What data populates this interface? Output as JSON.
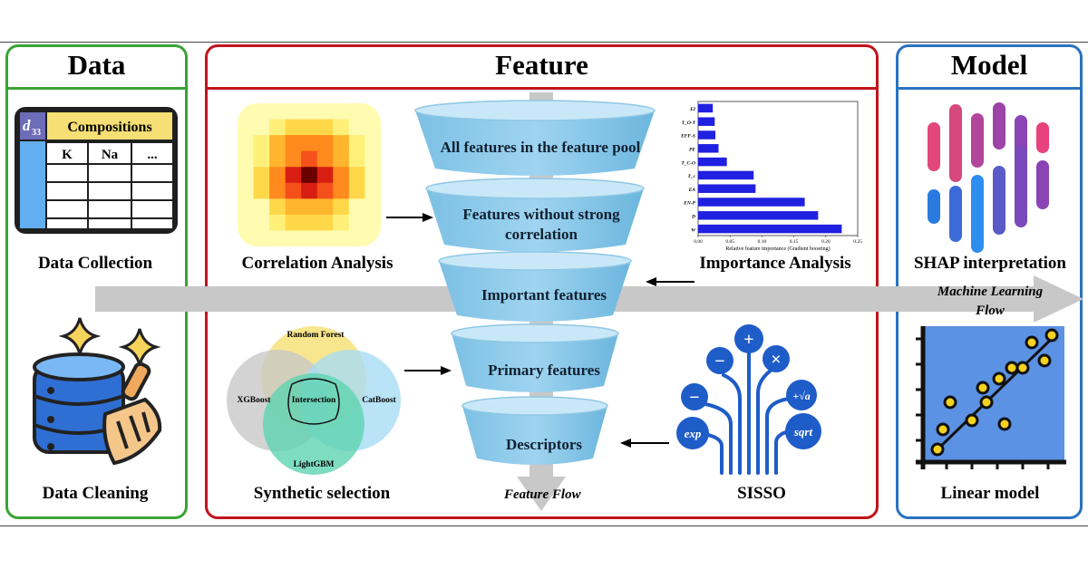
{
  "panels": {
    "data": {
      "title": "Data",
      "color": "#3aa335"
    },
    "feature": {
      "title": "Feature",
      "color": "#c0141c"
    },
    "model": {
      "title": "Model",
      "color": "#2a72c0"
    }
  },
  "data_panel": {
    "table_header": "Compositions",
    "table_corner_symbol": "d",
    "table_corner_subscript": "33",
    "table_columns": [
      "K",
      "Na",
      "..."
    ],
    "collection_label": "Data Collection",
    "cleaning_label": "Data Cleaning"
  },
  "feature_panel": {
    "correlation_label": "Correlation Analysis",
    "importance_label": "Importance Analysis",
    "synthetic_label": "Synthetic selection",
    "sisso_label": "SISSO",
    "flow_label": "Feature Flow",
    "funnel": [
      "All features in the feature pool",
      "Features without strong correlation",
      "Important features",
      "Primary features",
      "Descriptors"
    ],
    "venn": {
      "random_forest": "Random Forest",
      "xgboost": "XGBoost",
      "catboost": "CatBoost",
      "lightgbm": "LightGBM",
      "intersection": "Intersection"
    },
    "sisso_ops": [
      "+",
      "−",
      "×",
      "−",
      "+√a",
      "exp",
      "sqrt"
    ]
  },
  "model_panel": {
    "shap_label": "SHAP interpretation",
    "ml_flow_line1": "Machine Learning",
    "ml_flow_line2": "Flow",
    "linear_label": "Linear model"
  },
  "chart_data": {
    "type": "bar",
    "orientation": "horizontal",
    "categories": [
      "EI",
      "T_O-T",
      "EFF-S",
      "PE",
      "T_C-O",
      "T_c",
      "EA",
      "EN-P",
      "D",
      "W"
    ],
    "values": [
      0.023,
      0.026,
      0.027,
      0.032,
      0.045,
      0.087,
      0.09,
      0.167,
      0.188,
      0.225
    ],
    "xlabel": "Relative feature importance (Gradient boosting)",
    "xlim": [
      0,
      0.25
    ],
    "xticks": [
      "0.00",
      "0.05",
      "0.10",
      "0.15",
      "0.20",
      "0.25"
    ],
    "bar_color": "#2020e0"
  }
}
